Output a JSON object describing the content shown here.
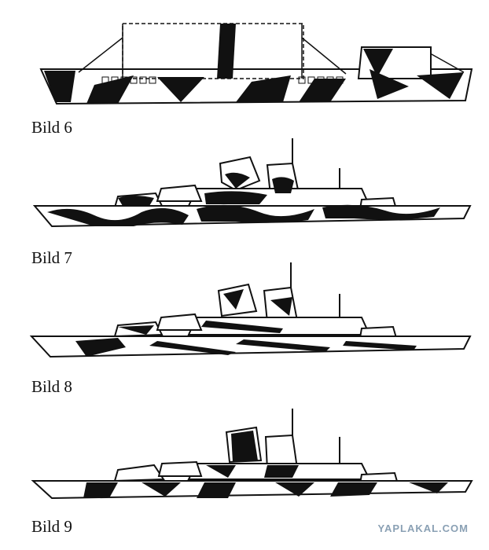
{
  "figures": [
    {
      "caption": "Bild 6"
    },
    {
      "caption": "Bild 7"
    },
    {
      "caption": "Bild 8"
    },
    {
      "caption": "Bild 9"
    }
  ],
  "watermark": "YAPLAKAL.COM",
  "colors": {
    "ink": "#111111",
    "paper": "#ffffff",
    "watermark": "#8aa0b4"
  }
}
